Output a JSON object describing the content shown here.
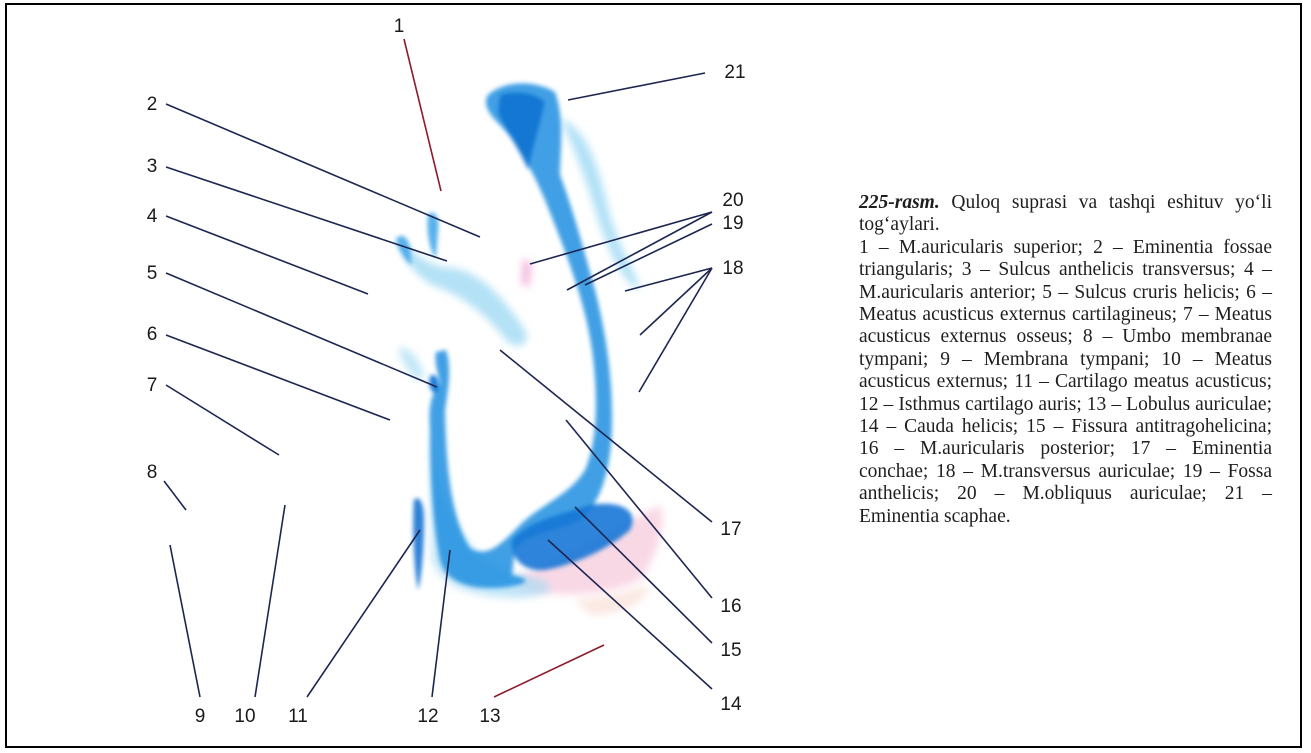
{
  "figure": {
    "labels": [
      "1",
      "2",
      "3",
      "4",
      "5",
      "6",
      "7",
      "8",
      "9",
      "10",
      "11",
      "12",
      "13",
      "14",
      "15",
      "16",
      "17",
      "18",
      "19",
      "20",
      "21"
    ]
  },
  "caption": {
    "number": "225-rasm.",
    "title": "Quloq suprasi va tashqi eshituv yo‘li tog‘aylari.",
    "text": "1 – M.auricularis superior; 2 – Eminentia fossae triangularis; 3 – Sulcus anthelicis transversus; 4 – M.auricularis anterior; 5 – Sulcus cruris helicis; 6 – Meatus acusticus externus cartilagineus; 7 – Meatus acusticus externus osseus; 8 – Umbo membranae tympani; 9 – Membrana tympani; 10 – Meatus acusticus externus; 11 – Cartilago meatus acusticus; 12 – Isthmus cartilago auris; 13 – Lobulus auriculae; 14 – Cauda helicis; 15 – Fissura antitragohelicina; 16 – M.auricularis posterior; 17 – Eminentia conchae; 18 – M.transversus auriculae; 19 – Fossa anthelicis; 20 – M.obliquus auriculae; 21 – Eminentia scaphae."
  },
  "colors": {
    "cartilage": "#1a8fe0",
    "cartilage_light": "#8fd0f2",
    "muscle": "#e7a0c4",
    "leader_line": "#1d2650",
    "leader_line_red": "#8c1c2c",
    "frame": "#000000"
  }
}
